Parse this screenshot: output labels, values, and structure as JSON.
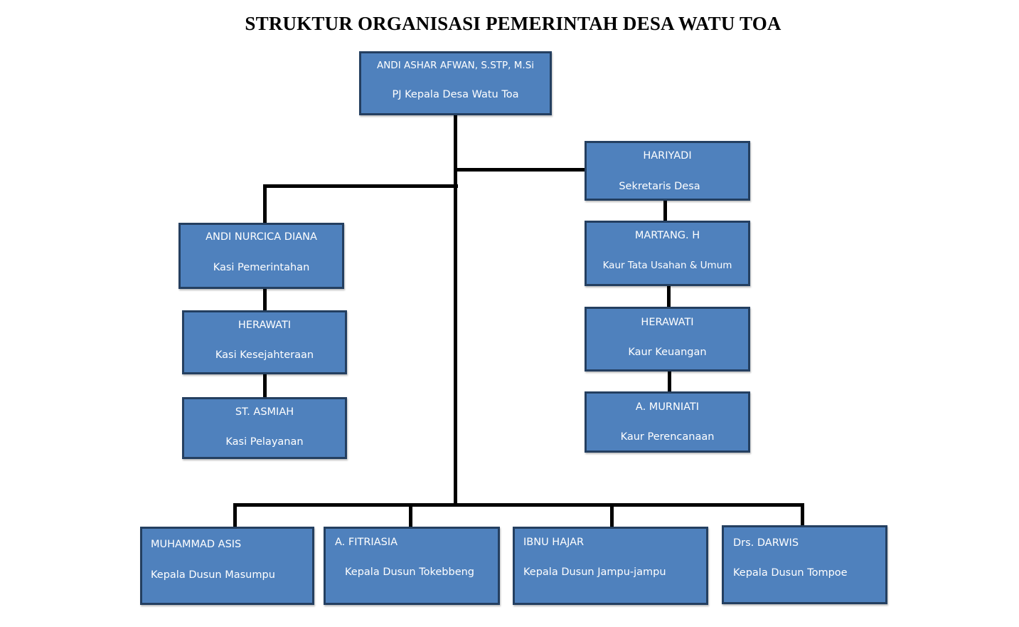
{
  "title": "STRUKTUR ORGANISASI PEMERINTAH DESA WATU TOA",
  "colors": {
    "box_fill": "#4F81BD",
    "box_border": "#243F60",
    "line": "#000000",
    "box_text": "#FFFFFF"
  },
  "head": {
    "name": "ANDI ASHAR AFWAN, S.STP, M.Si",
    "role": "PJ Kepala Desa Watu Toa"
  },
  "secretary": {
    "name": "HARIYADI",
    "role": "Sekretaris Desa"
  },
  "kaur": [
    {
      "name": "MARTANG. H",
      "role": "Kaur Tata Usahan & Umum"
    },
    {
      "name": "HERAWATI",
      "role": "Kaur Keuangan"
    },
    {
      "name": "A. MURNIATI",
      "role": "Kaur Perencanaan"
    }
  ],
  "kasi": [
    {
      "name": "ANDI NURCICA DIANA",
      "role": "Kasi Pemerintahan"
    },
    {
      "name": "HERAWATI",
      "role": "Kasi Kesejahteraan"
    },
    {
      "name": "ST. ASMIAH",
      "role": "Kasi Pelayanan"
    }
  ],
  "dusun": [
    {
      "name": "MUHAMMAD ASIS",
      "role": "Kepala Dusun Masumpu"
    },
    {
      "name": "A. FITRIASIA",
      "role": "Kepala Dusun Tokebbeng"
    },
    {
      "name": "IBNU HAJAR",
      "role": "Kepala Dusun Jampu-jampu"
    },
    {
      "name": "Drs. DARWIS",
      "role": "Kepala Dusun Tompoe"
    }
  ]
}
